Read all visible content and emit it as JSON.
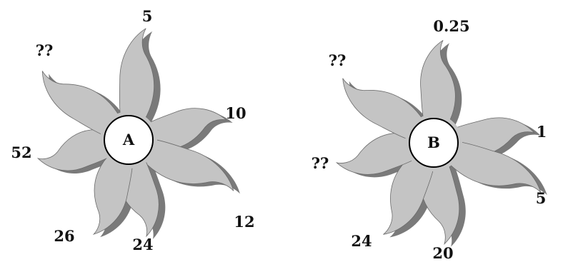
{
  "colors": {
    "background": "#ffffff",
    "petal_fill": "#c4c4c4",
    "petal_shadow": "#7a7a7a",
    "petal_outline": "#6a6a6a",
    "text": "#111111"
  },
  "flowers": [
    {
      "center_label": "A",
      "petal_labels": [
        "5",
        "10",
        "12",
        "24",
        "26",
        "52",
        "??"
      ]
    },
    {
      "center_label": "B",
      "petal_labels": [
        "0.25",
        "1",
        "5",
        "20",
        "24",
        "??",
        "??"
      ]
    }
  ]
}
